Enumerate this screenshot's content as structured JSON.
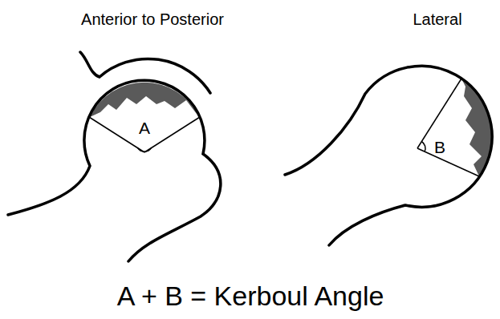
{
  "diagram": {
    "caption": "A + B = Kerboul Angle",
    "labels": [
      "Anterior to Posterior",
      "Lateral",
      "A",
      "B"
    ]
  }
}
